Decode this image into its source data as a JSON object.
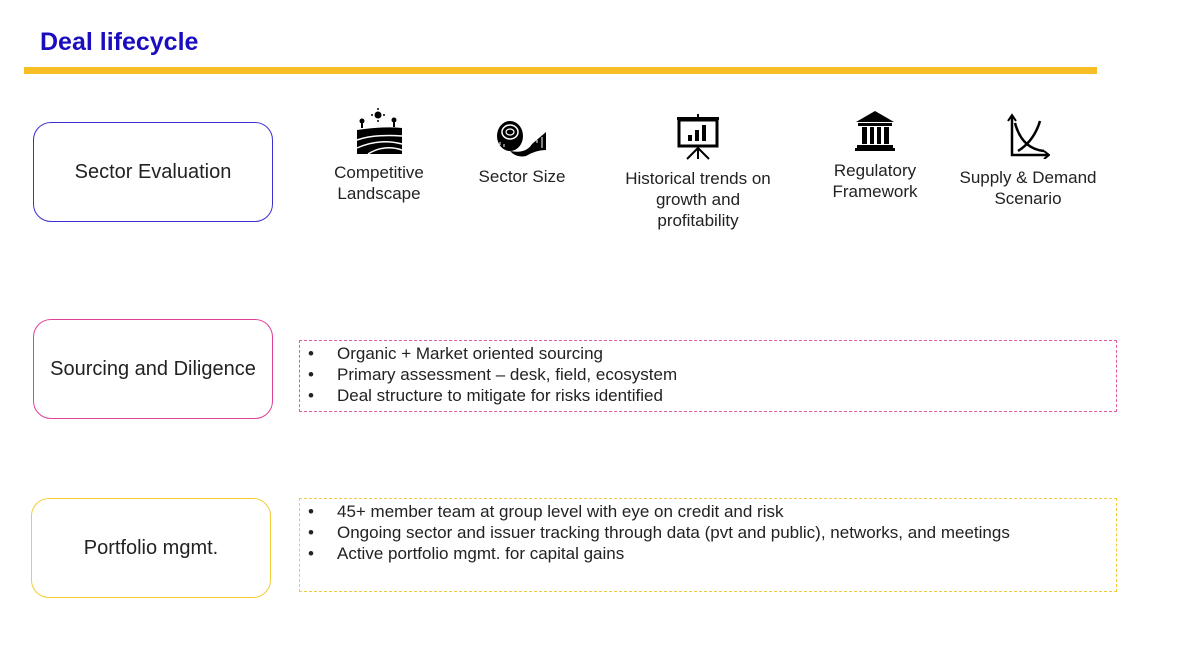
{
  "title": "Deal lifecycle",
  "stages": [
    {
      "label": "Sector Evaluation"
    },
    {
      "label": "Sourcing and Diligence"
    },
    {
      "label": "Portfolio mgmt."
    }
  ],
  "sector_items": [
    {
      "icon": "landscape-icon",
      "label": "Competitive Landscape"
    },
    {
      "icon": "measuring-tape-icon",
      "label": "Sector Size"
    },
    {
      "icon": "presentation-chart-icon",
      "label": "Historical trends on growth and profitability"
    },
    {
      "icon": "bank-building-icon",
      "label": "Regulatory Framework"
    },
    {
      "icon": "supply-demand-chart-icon",
      "label": "Supply & Demand Scenario"
    }
  ],
  "sourcing_bullets": [
    "Organic + Market oriented sourcing",
    "Primary assessment – desk, field, ecosystem",
    "Deal structure to mitigate for risks identified"
  ],
  "portfolio_bullets": [
    "45+ member team at group level with eye on credit and risk",
    "Ongoing sector and issuer tracking through data (pvt and public), networks, and meetings",
    "Active portfolio mgmt. for capital gains"
  ],
  "colors": {
    "title": "#1a0dbf",
    "rule": "#f8bf24",
    "stage1": "#3b2fd0",
    "stage2": "#e0409a",
    "stage3": "#f3cb3a"
  }
}
